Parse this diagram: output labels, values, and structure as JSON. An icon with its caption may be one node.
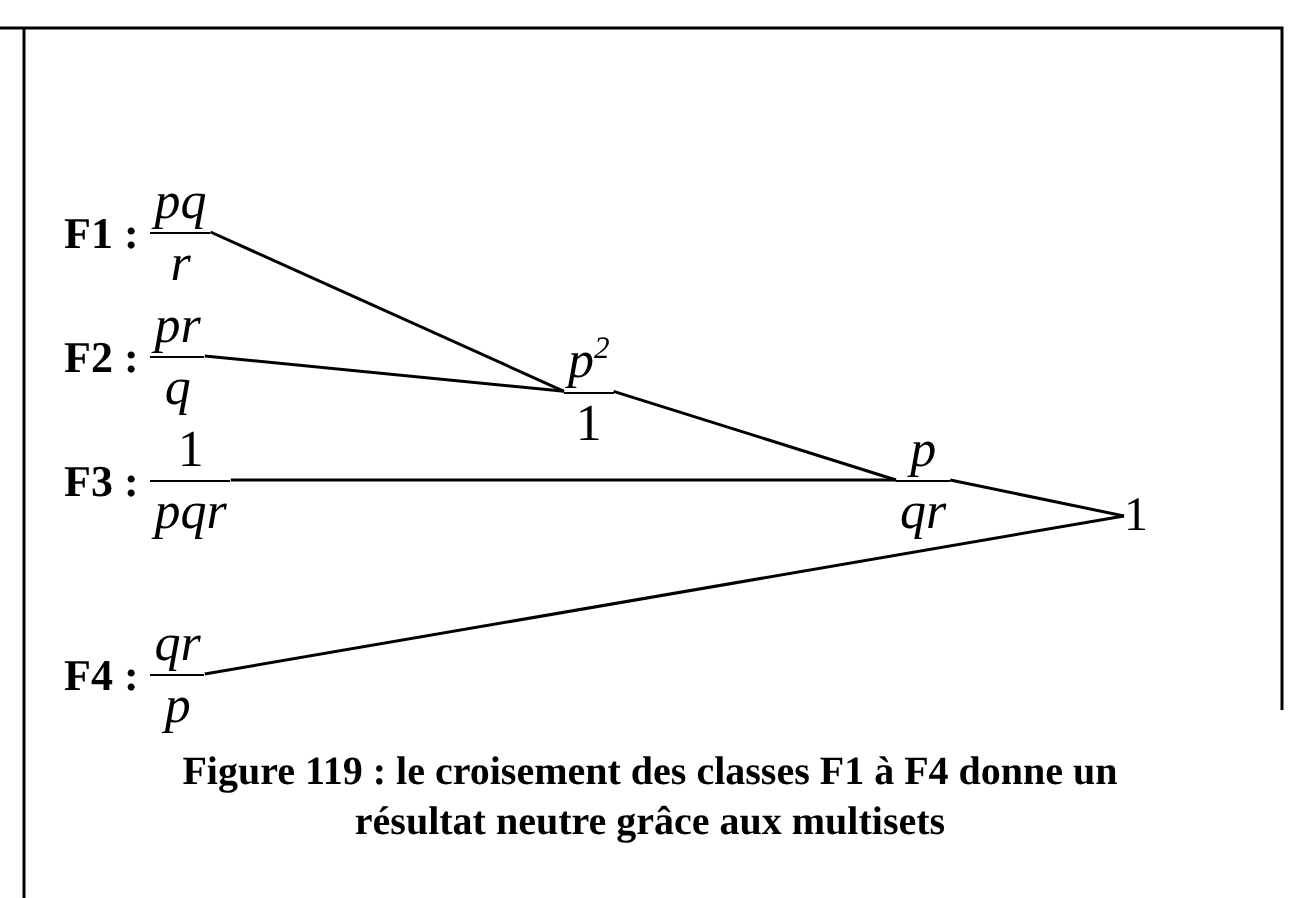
{
  "diagram": {
    "caption": "Figure 119 : le croisement des classes F1 à F4 donne un résultat neutre grâce aux multisets",
    "nodes": [
      {
        "text": [
          "pq",
          "r"
        ],
        "beside": [
          "F1 :"
        ]
      },
      {
        "text": [
          "pr",
          "q"
        ],
        "beside": [
          "F2 :"
        ]
      },
      {
        "text": [
          "1",
          "pqr"
        ],
        "beside": [
          "F3 :"
        ]
      },
      {
        "text": [
          "qr",
          "p"
        ],
        "beside": [
          "F4 :"
        ]
      },
      {
        "text": [
          "p$^{2}$",
          "1"
        ]
      },
      {
        "text": [
          "p",
          "qr"
        ]
      },
      {
        "text": [
          "1"
        ]
      }
    ],
    "edges": [
      {
        "from": 0,
        "to": 4,
        "arrow": "none"
      },
      {
        "from": 1,
        "to": 4,
        "arrow": "none"
      },
      {
        "from": 4,
        "to": 5,
        "arrow": "none"
      },
      {
        "from": 2,
        "to": 5,
        "arrow": "none"
      },
      {
        "from": 5,
        "to": 6,
        "arrow": "none"
      },
      {
        "from": 3,
        "to": 6,
        "arrow": "none"
      }
    ]
  }
}
